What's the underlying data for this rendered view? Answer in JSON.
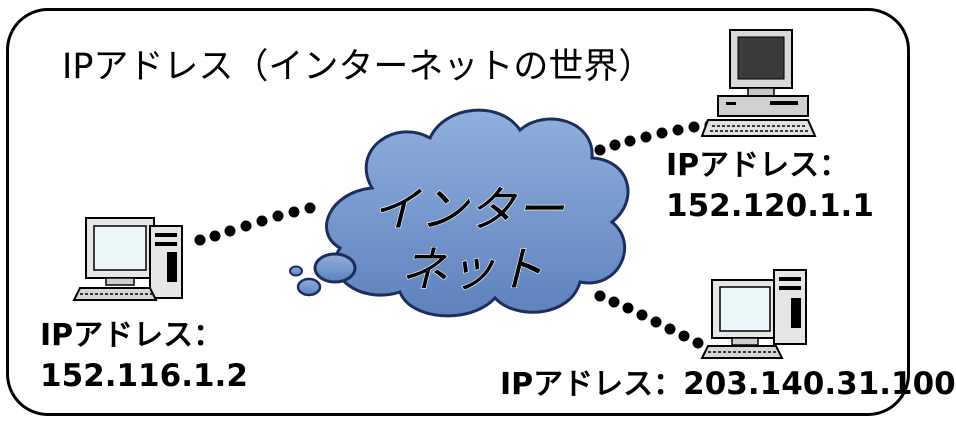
{
  "title": "IPアドレス（インターネットの世界）",
  "cloud": {
    "line1": "インター",
    "line2": "ネット",
    "color": "#6E8FC4"
  },
  "computers": [
    {
      "label": "IPアドレス：",
      "address": "152.120.1.1"
    },
    {
      "label": "IPアドレス：",
      "address": "152.116.1.2"
    },
    {
      "label": "IPアドレス：",
      "address": "203.140.31.100"
    }
  ],
  "icons": [
    "desktop-computer-icon",
    "tower-computer-icon",
    "tower-computer-icon",
    "cloud-icon"
  ]
}
